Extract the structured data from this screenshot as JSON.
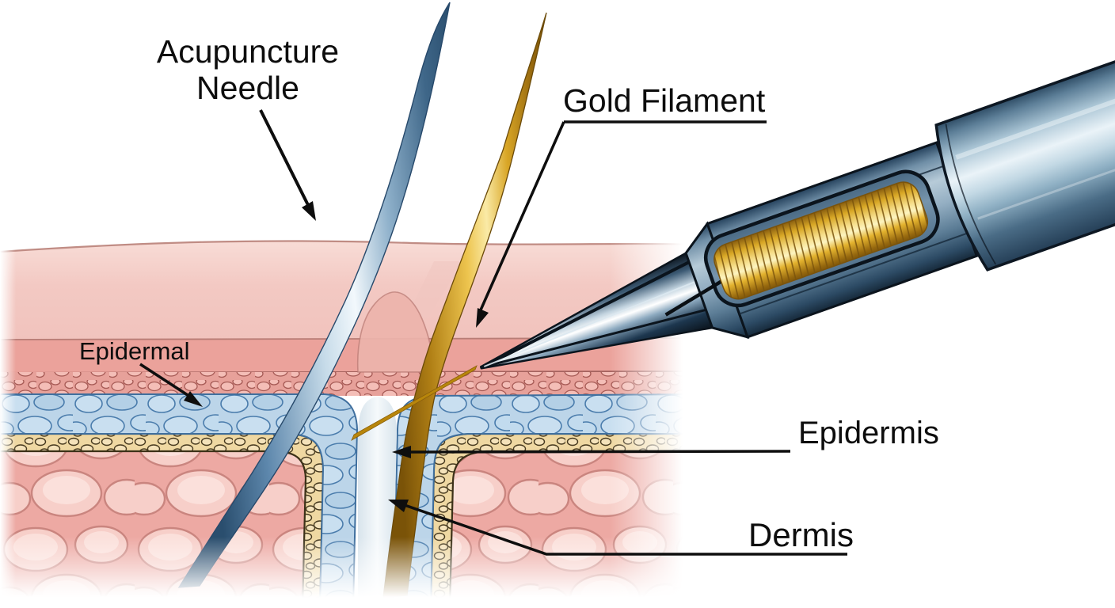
{
  "illustration": {
    "labels": {
      "acupuncture_needle": "Acupuncture\nNeedle",
      "gold_filament": "Gold Filament",
      "epidermal": "Epidermal",
      "epidermis": "Epidermis",
      "dermis": "Dermis"
    },
    "colors": {
      "background": "#ffffff",
      "label_text": "#0d0d0d",
      "leader_line": "#0e0e0e",
      "skin_surface": "#f3c8c2",
      "skin_rose_band": "#eba29b",
      "granular_cell_outline": "#a65a55",
      "epidermis_layer": "#bcd5e9",
      "epidermis_cell_outline": "#4a7cac",
      "basement_layer": "#efd8a2",
      "basement_cell_outline": "#46391e",
      "dermis_background": "#eda9a3",
      "dermis_cell": "#f7cfc9",
      "dermis_cell_outline": "#ca857f",
      "needle_steel_dark": "#2a4e6e",
      "needle_steel_light": "#f2f8fc",
      "gold_dark": "#7a5308",
      "gold_mid": "#d9a626",
      "gold_light": "#faeaa6",
      "device_outline": "#0b141d",
      "device_steel": "#9ab5c8"
    }
  }
}
